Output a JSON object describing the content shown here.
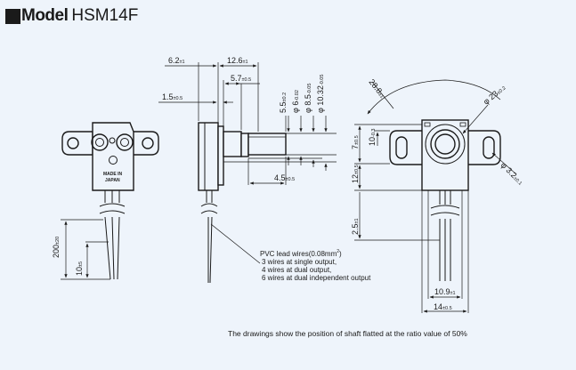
{
  "header": {
    "model_label": "Model",
    "model_name": "HSM14F"
  },
  "dimensions": {
    "d_6_2": {
      "value": "6.2",
      "tol": "±1"
    },
    "d_12_6": {
      "value": "12.6",
      "tol": "±1"
    },
    "d_5_7": {
      "value": "5.7",
      "tol": "±0.5"
    },
    "d_1_5": {
      "value": "1.5",
      "tol": "±0.5"
    },
    "d_5_5": {
      "value": "5.5",
      "tol": "±0.2"
    },
    "d_phi6": {
      "value": "φ 6",
      "tol": "-0.02"
    },
    "d_phi8_5": {
      "value": "φ 8.5",
      "tol": "-0.05"
    },
    "d_phi10_32": {
      "value": "φ 10.32",
      "tol": "-0.05"
    },
    "d_4_5": {
      "value": "4.5",
      "tol": "±0.5"
    },
    "d_28_8": {
      "value": "28.8",
      "tol": "±1"
    },
    "d_phi23": {
      "value": "φ 23",
      "tol": "±0.2"
    },
    "d_7": {
      "value": "7",
      "tol": "±0.5"
    },
    "d_10": {
      "value": "10",
      "tol": "-0.3"
    },
    "d_12": {
      "value": "12",
      "tol": "±0.5"
    },
    "d_3_2": {
      "value": "φ 3.2",
      "tol": "±0.1"
    },
    "d_2_5": {
      "value": "2.5",
      "tol": "±1"
    },
    "d_200": {
      "value": "200",
      "tol": "±20"
    },
    "d_10b": {
      "value": "10",
      "tol": "±5"
    },
    "d_10_9": {
      "value": "10.9",
      "tol": "±1"
    },
    "d_14": {
      "value": "14",
      "tol": "±0.5"
    }
  },
  "stamp": {
    "line1": "MADE IN",
    "line2": "JAPAN"
  },
  "lead_note": {
    "line1": "PVC lead wires(0.08mm",
    "line1_sup": "2",
    "line1_end": ")",
    "line2": "3 wires at single output,",
    "line3": "4 wires at dual output,",
    "line4": "6 wires at dual independent output"
  },
  "caption": "The drawings show the position of shaft flatted at the ratio value of 50%"
}
